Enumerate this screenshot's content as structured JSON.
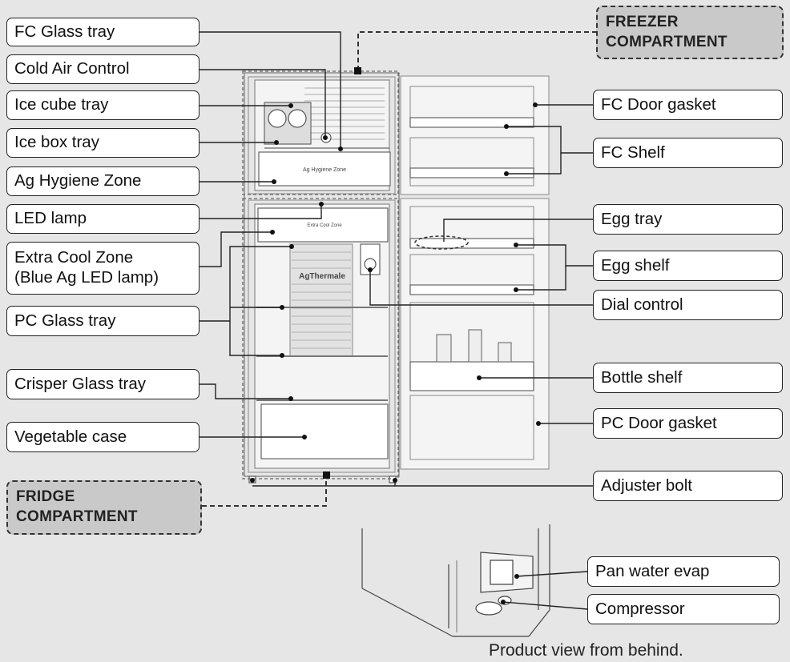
{
  "labels_left": [
    {
      "id": "fc-glass-tray",
      "text": "FC Glass tray"
    },
    {
      "id": "cold-air-control",
      "text": "Cold Air Control"
    },
    {
      "id": "ice-cube-tray",
      "text": "Ice cube tray"
    },
    {
      "id": "ice-box-tray",
      "text": "Ice box tray"
    },
    {
      "id": "ag-hygiene-zone",
      "text": "Ag Hygiene Zone"
    },
    {
      "id": "led-lamp",
      "text": "LED lamp"
    },
    {
      "id": "extra-cool-zone",
      "line1": "Extra Cool Zone",
      "line2": "(Blue Ag LED lamp)"
    },
    {
      "id": "pc-glass-tray",
      "text": "PC Glass tray"
    },
    {
      "id": "crisper-glass-tray",
      "text": "Crisper Glass tray"
    },
    {
      "id": "vegetable-case",
      "text": "Vegetable case"
    }
  ],
  "labels_right": [
    {
      "id": "fc-door-gasket",
      "text": "FC Door gasket"
    },
    {
      "id": "fc-shelf",
      "text": "FC Shelf"
    },
    {
      "id": "egg-tray",
      "text": "Egg tray"
    },
    {
      "id": "egg-shelf",
      "text": "Egg shelf"
    },
    {
      "id": "dial-control",
      "text": "Dial control"
    },
    {
      "id": "bottle-shelf",
      "text": "Bottle shelf"
    },
    {
      "id": "pc-door-gasket",
      "text": "PC Door gasket"
    },
    {
      "id": "adjuster-bolt",
      "text": "Adjuster bolt"
    },
    {
      "id": "pan-water-evap",
      "text": "Pan water evap"
    },
    {
      "id": "compressor",
      "text": "Compressor"
    }
  ],
  "compartments": {
    "freezer": {
      "line1": "FREEZER",
      "line2": "COMPARTMENT"
    },
    "fridge": {
      "line1": "FRIDGE",
      "line2": "COMPARTMENT"
    }
  },
  "product_markings": {
    "ag_hygiene_zone": "Ag Hygiene Zone",
    "extra_cool_zone": "Extra Cool Zone",
    "ag_thermal": "AgThermale"
  },
  "caption": "Product view from behind.",
  "colors": {
    "background": "#e6e6e6",
    "label_fill": "#ffffff",
    "compartment_fill": "#c9c9c9",
    "line": "#222222"
  }
}
